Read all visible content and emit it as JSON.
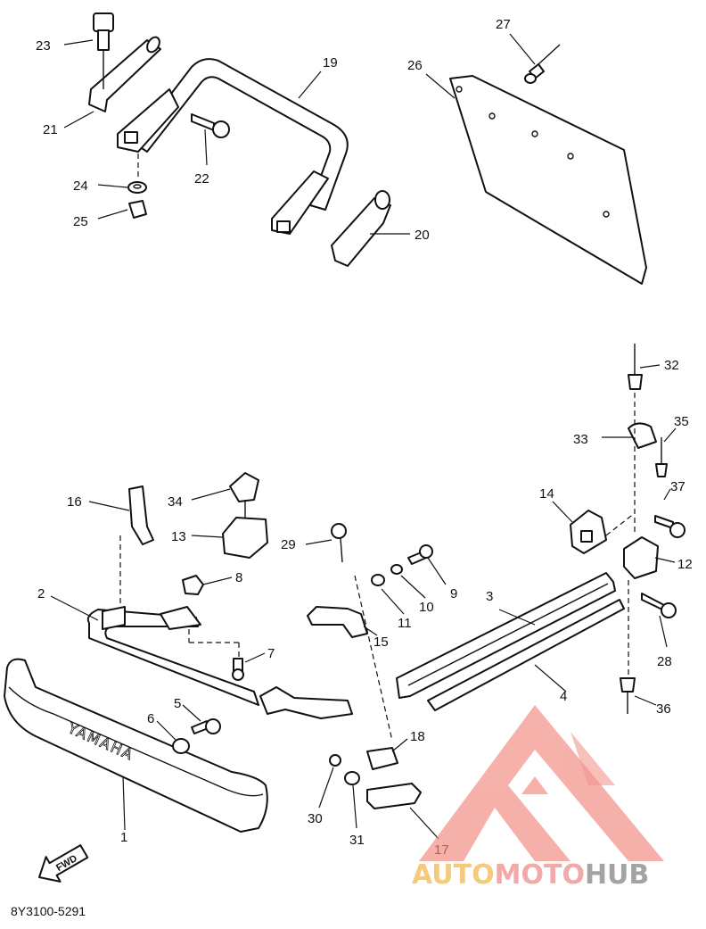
{
  "diagram_code": "8Y3100-5291",
  "direction_marker": "FWD",
  "embossed_text": "YAMAHA",
  "brand": {
    "part1": "AUTO",
    "part2": "MOTO",
    "part3": "HUB",
    "colors": {
      "auto": "#f5c56e",
      "moto": "#f0a0a0",
      "hub": "#9a9a9a",
      "logo": "#f28b82"
    }
  },
  "callouts": {
    "c1": "1",
    "c2": "2",
    "c3": "3",
    "c4": "4",
    "c5": "5",
    "c6": "6",
    "c7": "7",
    "c8": "8",
    "c9": "9",
    "c10": "10",
    "c11": "11",
    "c12": "12",
    "c13": "13",
    "c14": "14",
    "c15": "15",
    "c16": "16",
    "c17": "17",
    "c18": "18",
    "c19": "19",
    "c20": "20",
    "c21": "21",
    "c22": "22",
    "c23": "23",
    "c24": "24",
    "c25": "25",
    "c26": "26",
    "c27": "27",
    "c28": "28",
    "c29": "29",
    "c30": "30",
    "c31": "31",
    "c32": "32",
    "c33": "33",
    "c34": "34",
    "c35": "35",
    "c36": "36",
    "c37": "37"
  }
}
